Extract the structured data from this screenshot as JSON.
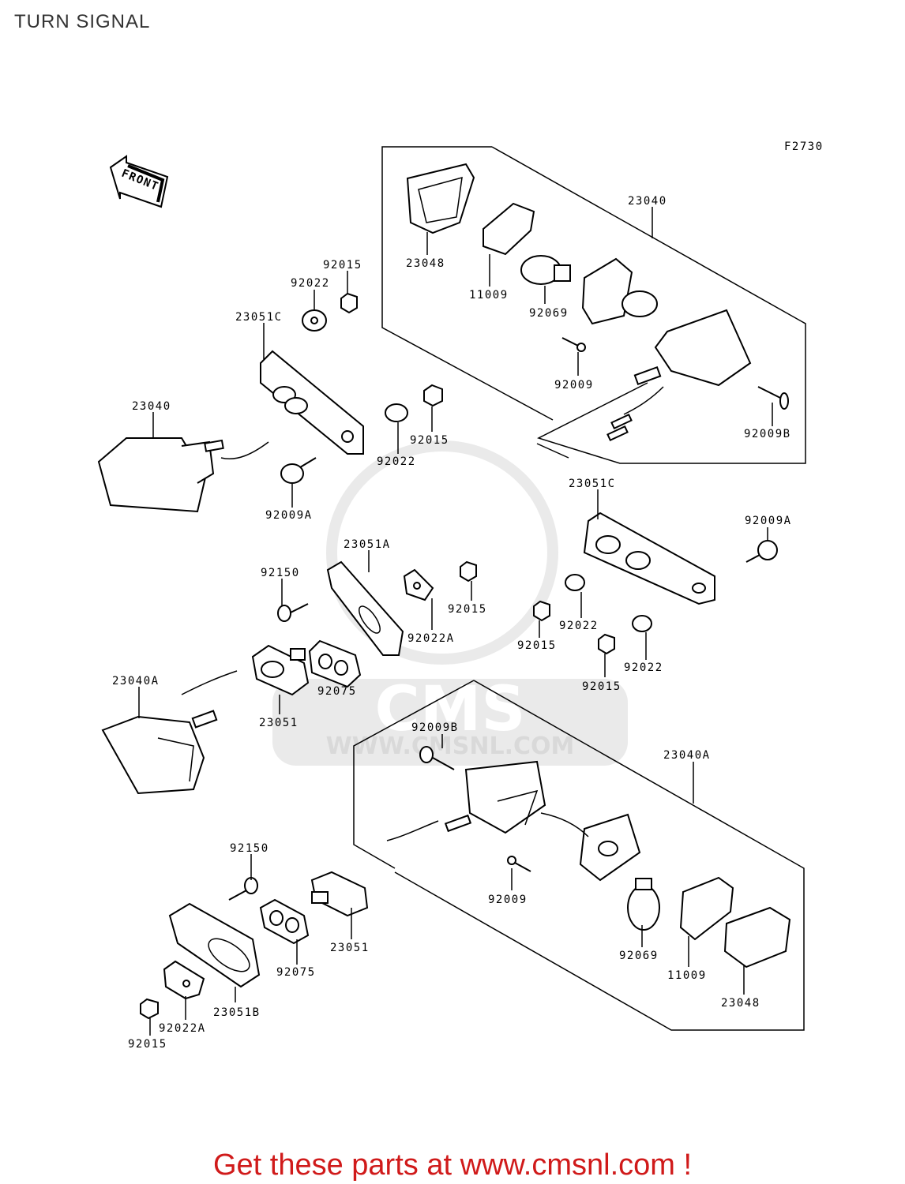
{
  "title": "TURN SIGNAL",
  "figure_code": "F2730",
  "front_label": "FRONT",
  "watermark_text": "WWW.CMSNL.COM",
  "watermark_logo": "CMS",
  "footer_text": "Get these parts at www.cmsnl.com !",
  "colors": {
    "footer": "#d01a1a",
    "title": "#333333",
    "line": "#000000",
    "watermark": "#d9d9d9"
  },
  "labels": [
    "23040",
    "23048",
    "11009",
    "92069",
    "92009",
    "92009B",
    "92015",
    "92022",
    "23051C",
    "23040",
    "92015",
    "92022",
    "92009A",
    "23051C",
    "92009A",
    "23051A",
    "92150",
    "92015",
    "92022A",
    "92022",
    "92015",
    "92022",
    "92015",
    "23040A",
    "92075",
    "23051",
    "92009B",
    "23040A",
    "92150",
    "92009",
    "23051",
    "92075",
    "92069",
    "11009",
    "23048",
    "23051B",
    "92022A",
    "92015"
  ]
}
